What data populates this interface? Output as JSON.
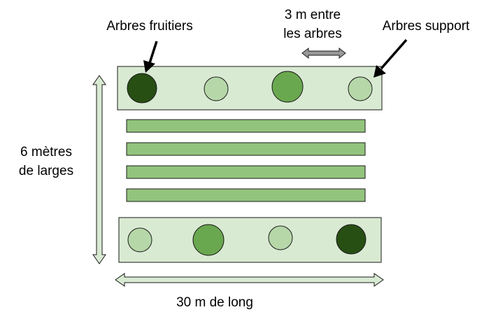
{
  "labels": {
    "fruit_trees": "Arbres fruitiers",
    "spacing_line1": "3 m entre",
    "spacing_line2": "les arbres",
    "support_trees": "Arbres support",
    "width_line1": "6 mètres",
    "width_line2": "de larges",
    "length": "30 m de long"
  },
  "colors": {
    "bed_fill": "#d9ead3",
    "bed_stroke": "#1a1a1a",
    "crop_row": "#93c47d",
    "tree_dark": "#274e13",
    "tree_medium": "#6aa84f",
    "tree_light": "#b6d7a8",
    "dimension_arrow": "#d9ead3",
    "spacing_arrow": "#999999"
  },
  "tree_rows": [
    {
      "name": "top-tree-row",
      "trees": [
        "dark",
        "light",
        "medium",
        "light"
      ]
    },
    {
      "name": "bottom-tree-row",
      "trees": [
        "light",
        "medium",
        "light",
        "dark"
      ]
    }
  ],
  "crop_rows": 4
}
